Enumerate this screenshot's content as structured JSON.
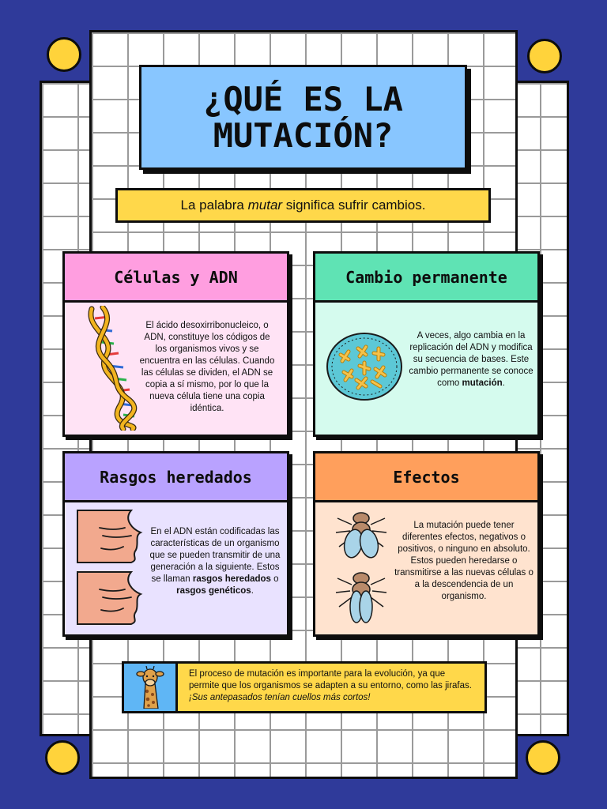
{
  "title": "¿QUÉ ES LA\nMUTACIÓN?",
  "subtitle": {
    "before": "La palabra ",
    "emphasis": "mutar",
    "after": " significa sufrir cambios."
  },
  "cards": {
    "cells": {
      "heading": "Células y ADN",
      "text": "El ácido desoxirribonucleico, o ADN, constituye los códigos de los organismos vivos y se encuentra en las células. Cuando las células se dividen, el ADN se copia a sí mismo, por lo que la nueva célula tiene una copia idéntica."
    },
    "permanent": {
      "heading": "Cambio permanente",
      "text_before": "A veces, algo cambia en la replicación del ADN y modifica su secuencia de bases. Este cambio permanente se conoce como ",
      "text_bold": "mutación",
      "text_after": "."
    },
    "traits": {
      "heading": "Rasgos heredados",
      "text_before": "En el ADN están codificadas las características de un organismo que se pueden transmitir de una generación a la siguiente. Estos se llaman ",
      "bold_1": "rasgos heredados",
      "text_middle": " o ",
      "bold_2": "rasgos genéticos",
      "text_after": "."
    },
    "effects": {
      "heading": "Efectos",
      "text": "La mutación puede tener diferentes efectos, negativos o positivos, o ninguno en absoluto. Estos pueden heredarse o transmitirse a las nuevas células o a la descendencia de un organismo."
    }
  },
  "footer": {
    "text": "El proceso de mutación es importante para la evolución, ya que permite que los organismos se adapten a su entorno, como las jirafas. ",
    "emphasis": "¡Sus antepasados tenían cuellos más cortos!"
  },
  "icons": [
    "dna-helix-icon",
    "cell-chromosomes-icon",
    "lips-icon",
    "fly-icon",
    "giraffe-icon"
  ],
  "colors": {
    "background": "#2f3a9a",
    "title": "#88c6ff",
    "subtitle": "#ffd84a",
    "cells_head": "#ff9ee0",
    "cells_body": "#ffe3f5",
    "permanent_head": "#5fe3b4",
    "permanent_body": "#d5fbee",
    "traits_head": "#b9a2ff",
    "traits_body": "#e9e2ff",
    "effects_head": "#ff9f5c",
    "effects_body": "#ffe3cf",
    "dots": "#ffd33b"
  }
}
